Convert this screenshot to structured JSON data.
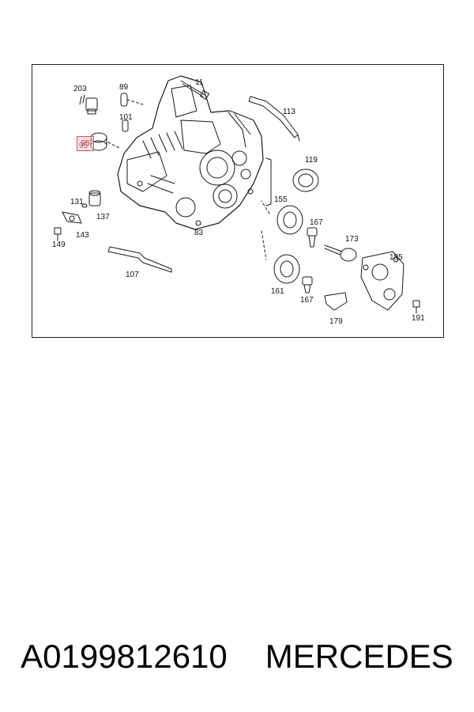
{
  "diagram": {
    "callouts": [
      "203",
      "89",
      "11",
      "113",
      "101",
      "95",
      "119",
      "155",
      "131",
      "137",
      "167",
      "143",
      "173",
      "149",
      "185",
      "83",
      "107",
      "161",
      "167",
      "179",
      "191"
    ],
    "highlighted_part": "95",
    "highlight_color": "#d9545f"
  },
  "caption": {
    "part_number": "A0199812610",
    "brand": "MERCEDES"
  }
}
